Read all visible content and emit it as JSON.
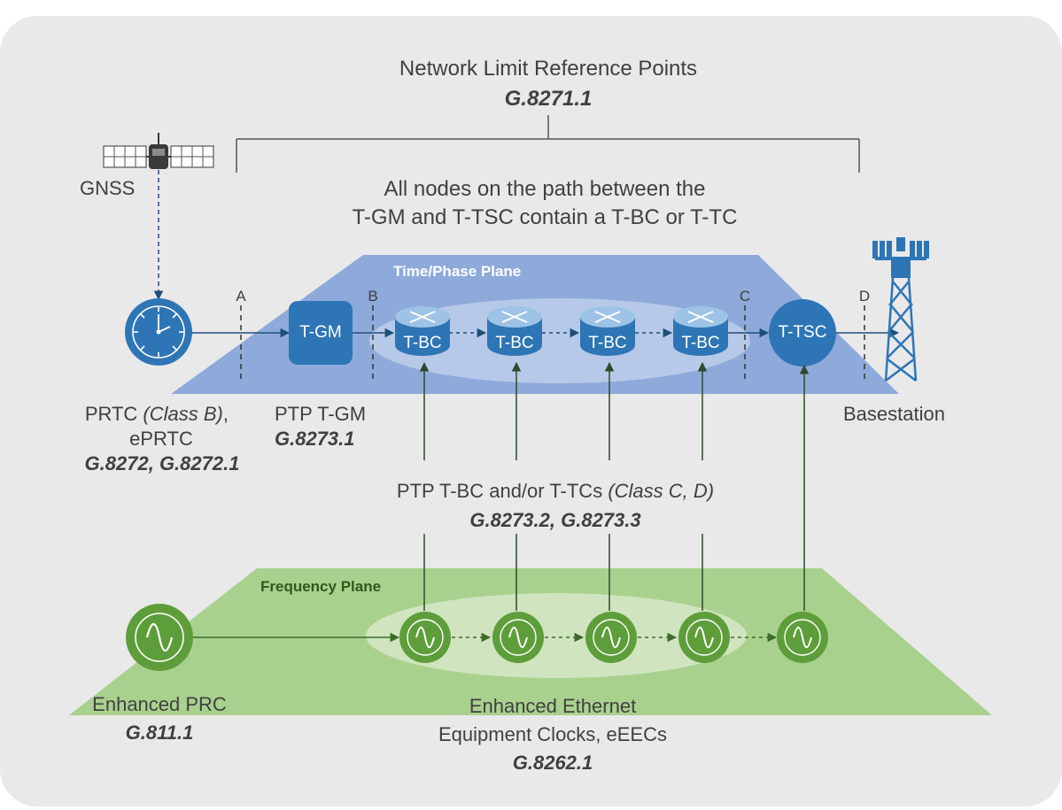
{
  "header": {
    "title": "Network Limit Reference Points",
    "standard": "G.8271.1"
  },
  "path_note": {
    "line1": "All nodes on the path between the",
    "line2": "T-GM and T-TSC contain a T-BC or T-TC"
  },
  "gnss": {
    "label": "GNSS"
  },
  "planes": {
    "time_phase": "Time/Phase Plane",
    "frequency": "Frequency Plane"
  },
  "reference_points": [
    "A",
    "B",
    "C",
    "D"
  ],
  "nodes": {
    "tgm": "T-GM",
    "tbc": [
      "T-BC",
      "T-BC",
      "T-BC",
      "T-BC"
    ],
    "ttsc": "T-TSC"
  },
  "prtc": {
    "line1_prefix": "PRTC ",
    "line1_italic": "(Class B)",
    "line1_suffix": ",",
    "line2": "ePRTC",
    "standard": "G.8272, G.8272.1"
  },
  "ptp_tgm": {
    "label": "PTP T-GM",
    "standard": "G.8273.1"
  },
  "basestation": {
    "label": "Basestation"
  },
  "ptp_tbc": {
    "label": "PTP T-BC and/or T-TCs ",
    "label_italic": "(Class C, D)",
    "standard": "G.8273.2, G.8273.3"
  },
  "enhanced_prc": {
    "label": "Enhanced PRC",
    "standard": "G.811.1"
  },
  "eeec": {
    "line1": "Enhanced Ethernet",
    "line2": "Equipment Clocks, eEECs",
    "standard": "G.8262.1"
  },
  "colors": {
    "panel": "#e9e9e9",
    "time_plane": "#8eaadb",
    "time_node": "#2e75b6",
    "freq_plane": "#a9d18e",
    "freq_node": "#5e9e3a",
    "text": "#404040"
  }
}
